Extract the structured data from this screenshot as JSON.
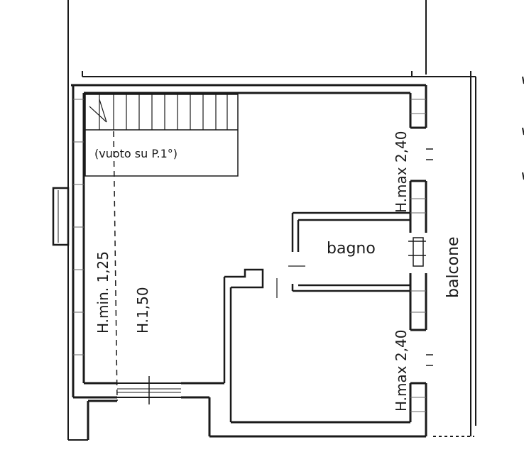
{
  "plan": {
    "labels": {
      "stair_void": "(vuoto su P.1°)",
      "bathroom": "bagno",
      "balcony": "balcone",
      "height_min": "H.min. 1,25",
      "height_center": "H.1,50",
      "height_max_upper": "H.max 2,40",
      "height_max_lower": "H.max 2,40"
    },
    "colors": {
      "wall": "#1a1a1a",
      "hatch": "#6a6a6a",
      "background": "#ffffff"
    }
  }
}
